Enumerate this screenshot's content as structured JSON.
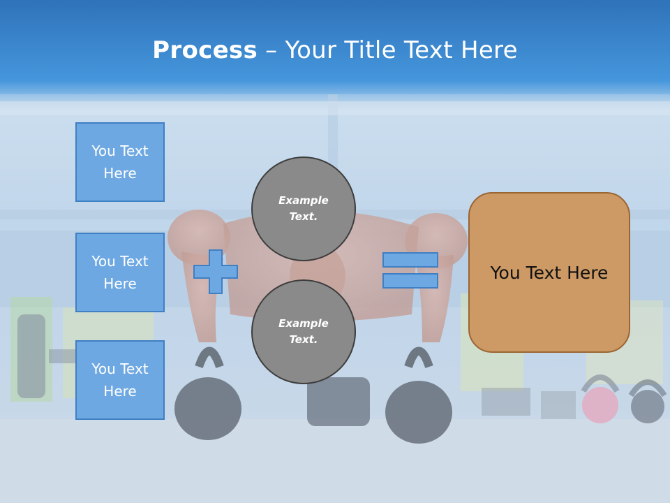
{
  "title": {
    "bold": "Process",
    "dash": " – ",
    "rest": "Your Title Text Here"
  },
  "boxes": [
    {
      "line1": "You Text",
      "line2": "Here"
    },
    {
      "line1": "You Text",
      "line2": "Here"
    },
    {
      "line1": "You Text",
      "line2": "Here"
    }
  ],
  "circles": [
    {
      "line1": "Example",
      "line2": "Text."
    },
    {
      "line1": "Example",
      "line2": "Text."
    }
  ],
  "result": {
    "text": "You Text Here"
  },
  "colors": {
    "header_blue": "#3a87cc",
    "box_fill": "#6ea8e2",
    "circle_fill": "#8a8a8a",
    "result_fill": "#cd9964"
  },
  "icons": {
    "plus": "plus-icon",
    "equals": "equals-icon"
  }
}
